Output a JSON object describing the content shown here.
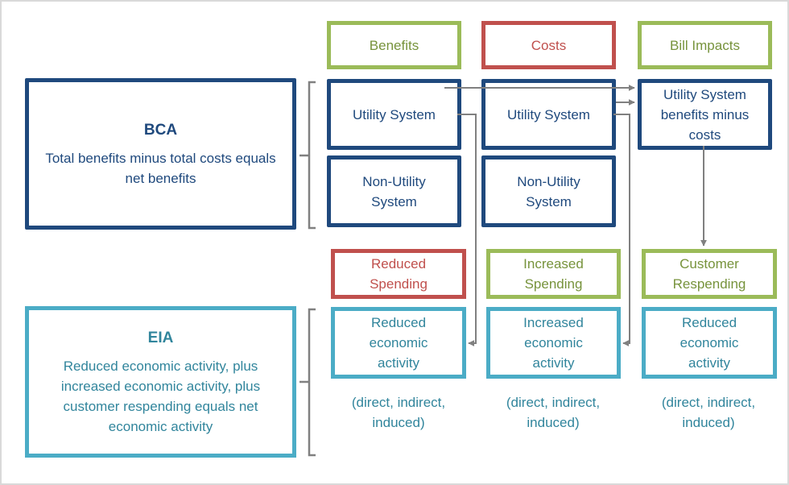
{
  "headers": {
    "benefits": "Benefits",
    "costs": "Costs",
    "bill_impacts": "Bill Impacts"
  },
  "bca": {
    "title": "BCA",
    "description": "Total benefits minus total costs equals net benefits"
  },
  "eia": {
    "title": "EIA",
    "description": "Reduced economic activity, plus increased economic activity, plus customer respending equals net economic activity"
  },
  "benefits_column": {
    "utility": "Utility System",
    "non_utility_line1": "Non-Utility",
    "non_utility_line2": "System"
  },
  "costs_column": {
    "utility": "Utility System",
    "non_utility_line1": "Non-Utility",
    "non_utility_line2": "System"
  },
  "bill_impacts_box": {
    "line1": "Utility System",
    "line2": "benefits minus",
    "line3": "costs"
  },
  "spending": {
    "reduced": {
      "line1": "Reduced",
      "line2": "Spending"
    },
    "increased": {
      "line1": "Increased",
      "line2": "Spending"
    },
    "respending": {
      "line1": "Customer",
      "line2": "Respending"
    }
  },
  "activity": [
    {
      "line1": "Reduced",
      "line2": "economic",
      "line3": "activity"
    },
    {
      "line1": "Increased",
      "line2": "economic",
      "line3": "activity"
    },
    {
      "line1": "Reduced",
      "line2": "economic",
      "line3": "activity"
    }
  ],
  "effects_note": {
    "line1": "(direct, indirect,",
    "line2": "induced)"
  },
  "colors": {
    "navy": "#1f497d",
    "green": "#9bbb59",
    "red": "#c0504d",
    "teal": "#4bacc6",
    "connector": "#808080"
  }
}
